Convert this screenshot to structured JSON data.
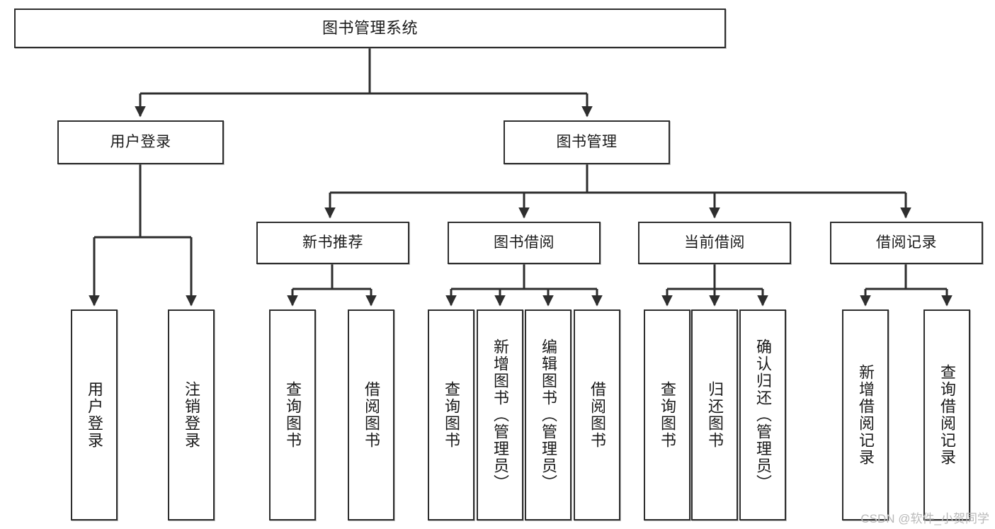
{
  "diagram": {
    "title": "图书管理系统",
    "type": "tree-hierarchy-diagram",
    "colors": {
      "box_border": "#2e2e2e",
      "box_fill": "#ffffff",
      "edge": "#2e2e2e",
      "text": "#1a1a1a",
      "watermark": "#b9b9b9",
      "background": "#ffffff"
    }
  },
  "watermark": {
    "text": "CSDN @软件_小贺同学"
  },
  "nodes": {
    "root": {
      "label": "图书管理系统"
    },
    "level2": [
      {
        "id": "user-login",
        "label": "用户登录"
      },
      {
        "id": "book-manage",
        "label": "图书管理"
      }
    ],
    "level3": [
      {
        "id": "new-book-recommend",
        "label": "新书推荐"
      },
      {
        "id": "book-borrow",
        "label": "图书借阅"
      },
      {
        "id": "current-borrow",
        "label": "当前借阅"
      },
      {
        "id": "borrow-record",
        "label": "借阅记录"
      }
    ],
    "leaves": {
      "user_login": [
        {
          "id": "leaf-user-login",
          "label": "用户登录"
        },
        {
          "id": "leaf-logout-login",
          "label": "注销登录"
        }
      ],
      "new_book_recommend": [
        {
          "id": "leaf-query-book-1",
          "label": "查询图书"
        },
        {
          "id": "leaf-borrow-book-1",
          "label": "借阅图书"
        }
      ],
      "book_borrow": [
        {
          "id": "leaf-query-book-2",
          "label": "查询图书"
        },
        {
          "id": "leaf-add-book",
          "label": "新增图书（管理员）"
        },
        {
          "id": "leaf-edit-book",
          "label": "编辑图书（管理员）"
        },
        {
          "id": "leaf-borrow-book-2",
          "label": "借阅图书"
        }
      ],
      "current_borrow": [
        {
          "id": "leaf-query-book-3",
          "label": "查询图书"
        },
        {
          "id": "leaf-return-book",
          "label": "归还图书"
        },
        {
          "id": "leaf-confirm-return",
          "label": "确认归还（管理员）"
        }
      ],
      "borrow_record": [
        {
          "id": "leaf-add-record",
          "label": "新增借阅记录"
        },
        {
          "id": "leaf-query-record",
          "label": "查询借阅记录"
        }
      ]
    }
  }
}
